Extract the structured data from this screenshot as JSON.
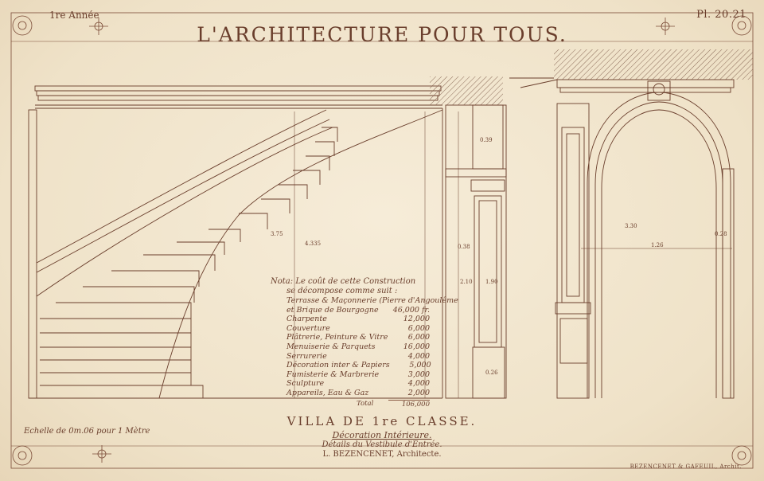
{
  "header": {
    "issue": "1re Année",
    "plate": "Pl. 20.21",
    "journal": "L'ARCHITECTURE POUR TOUS."
  },
  "footer": {
    "villa": "VILLA DE 1re CLASSE.",
    "decoration": "Décoration Intérieure.",
    "details": "Détails du Vestibule d'Entrée.",
    "architect": "L. BEZENCENET, Architecte.",
    "scale": "Echelle de 0m.06 pour 1 Mètre",
    "printer": "BEZENCENET & GAFEUIL, Archit."
  },
  "note": {
    "label": "Nota:",
    "line1": "Le coût de cette Construction",
    "line2": "se décompose comme suit :"
  },
  "costs": [
    {
      "item": "Terrasse & Maçonnerie (Pierre d'Angoulême",
      "value": ""
    },
    {
      "item": "et Brique de Bourgogne",
      "value": "46,000 fr."
    },
    {
      "item": "Charpente",
      "value": "12,000"
    },
    {
      "item": "Couverture",
      "value": "6,000"
    },
    {
      "item": "Plâtrerie, Peinture & Vitre",
      "value": "6,000"
    },
    {
      "item": "Menuiserie & Parquets",
      "value": "16,000"
    },
    {
      "item": "Serrurerie",
      "value": "4,000"
    },
    {
      "item": "Décoration inter & Papiers",
      "value": "5,000"
    },
    {
      "item": "Fumisterie & Marbrerie",
      "value": "3,000"
    },
    {
      "item": "Sculpture",
      "value": "4,000"
    },
    {
      "item": "Appareils, Eau & Gaz",
      "value": "2,000"
    }
  ],
  "total": {
    "label": "Total",
    "value": "106,000"
  },
  "dimensions": {
    "stair_height": "4.335",
    "stair_rise": "3.75",
    "pilaster_gap": "0.38",
    "pilaster_top": "0.39",
    "pilaster_mid": "2.10",
    "pilaster_low": "1.90",
    "pilaster_base": "0.26",
    "arch_width": "1.26",
    "arch_height": "3.30",
    "arch_right": "0.28"
  },
  "colors": {
    "ink": "#6a3e2c",
    "paper": "#f3e7d0",
    "hatch": "#8a6a58"
  }
}
